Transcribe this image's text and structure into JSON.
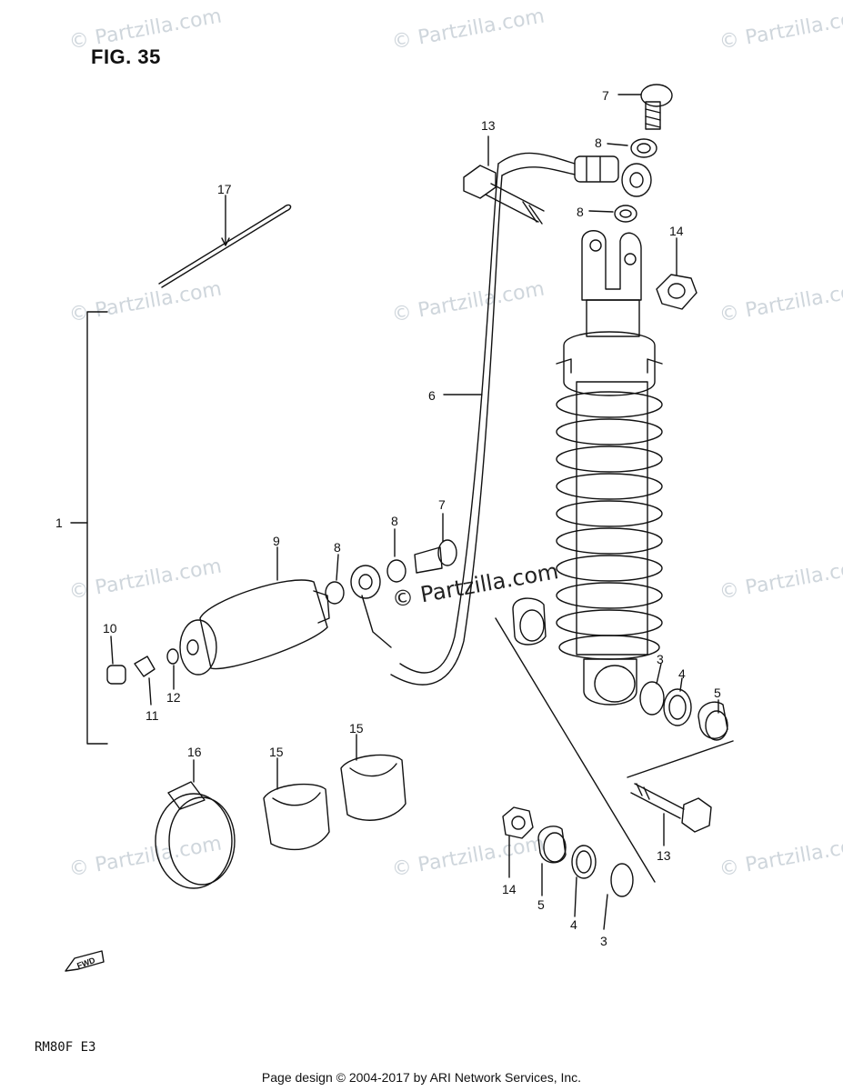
{
  "title": "FIG. 35",
  "model": "RM80F  E3",
  "footer": "Page design © 2004-2017 by ARI Network Services, Inc.",
  "watermark": "© Partzilla.com",
  "fwd_icon": "FWD",
  "callouts": [
    "1",
    "3",
    "3",
    "4",
    "4",
    "5",
    "5",
    "6",
    "7",
    "7",
    "8",
    "8",
    "8",
    "8",
    "9",
    "10",
    "11",
    "12",
    "13",
    "13",
    "14",
    "14",
    "15",
    "15",
    "16",
    "17"
  ]
}
